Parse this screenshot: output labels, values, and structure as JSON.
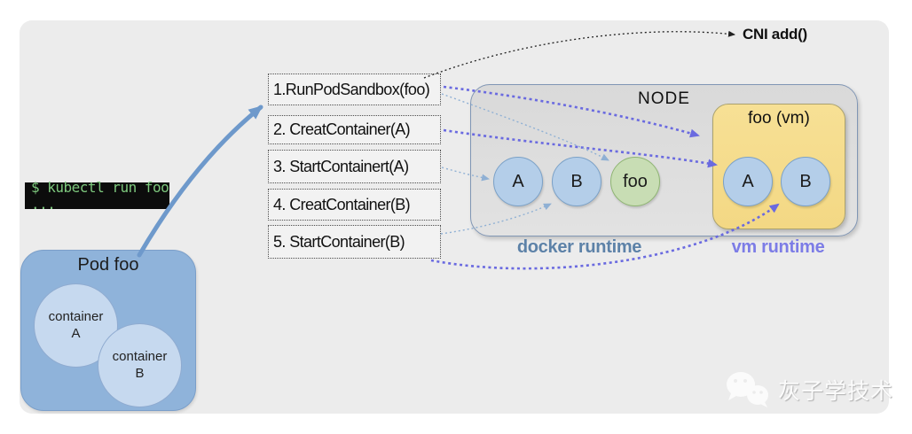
{
  "terminal": {
    "command": "$ kubectl run foo ..."
  },
  "pod": {
    "title": "Pod foo",
    "containers": [
      {
        "word": "container",
        "letter": "A"
      },
      {
        "word": "container",
        "letter": "B"
      }
    ]
  },
  "steps": [
    "1.RunPodSandbox(foo)",
    "2. CreatContainer(A)",
    "3. StartContainert(A)",
    "4. CreatContainer(B)",
    "5. StartContainer(B)"
  ],
  "cni_label": "CNI add()",
  "node": {
    "title": "NODE",
    "docker_circles": [
      "A",
      "B",
      "foo"
    ],
    "vm_box": {
      "title": "foo (vm)",
      "circles": [
        "A",
        "B"
      ]
    },
    "docker_runtime_label": "docker runtime",
    "vm_runtime_label": "vm runtime"
  },
  "watermark": {
    "text": "灰子学技术",
    "icon": "wechat-chat-bubbles-icon"
  },
  "colors": {
    "panel_bg": "#ececec",
    "node_fill": "#dedede",
    "node_border": "#8096b4",
    "vm_box_fill": "#f6dd8e",
    "blue_circle": "#b4cee9",
    "green_circle": "#c8ddb4",
    "pod_fill": "#8fb3da",
    "pod_circle_fill": "#c6d9ef",
    "terminal_bg": "#0c0c0c",
    "terminal_text": "#7dc87d",
    "docker_label_color": "#5d82a8",
    "vm_label_color": "#7c7ce6",
    "purple_arrow": "#6a6ae0",
    "thin_blue_arrow": "#8fb0d4",
    "big_arrow": "#6e99cb",
    "cni_arrow": "#222222"
  },
  "arrows": [
    {
      "from": "kubectl-command / pod",
      "to": "step-list",
      "style": "solid-bold-blue"
    },
    {
      "from": "step-1-RunPodSandbox",
      "to": "cni-add",
      "style": "dotted-black"
    },
    {
      "from": "step-1-RunPodSandbox",
      "to": "vm-box-foo-vm",
      "style": "dotted-purple"
    },
    {
      "from": "step-1-RunPodSandbox",
      "to": "docker-circle-foo",
      "style": "dotted-thin-blue"
    },
    {
      "from": "step-2-CreatContainer-A",
      "to": "vm-circle-A",
      "style": "dotted-purple"
    },
    {
      "from": "step-3-StartContainert-A",
      "to": "docker-circle-A",
      "style": "dotted-thin-blue"
    },
    {
      "from": "step-5-StartContainer-B",
      "to": "docker-circle-B",
      "style": "dotted-thin-blue"
    },
    {
      "from": "step-5-StartContainer-B",
      "to": "vm-circle-B",
      "style": "dotted-purple"
    }
  ]
}
